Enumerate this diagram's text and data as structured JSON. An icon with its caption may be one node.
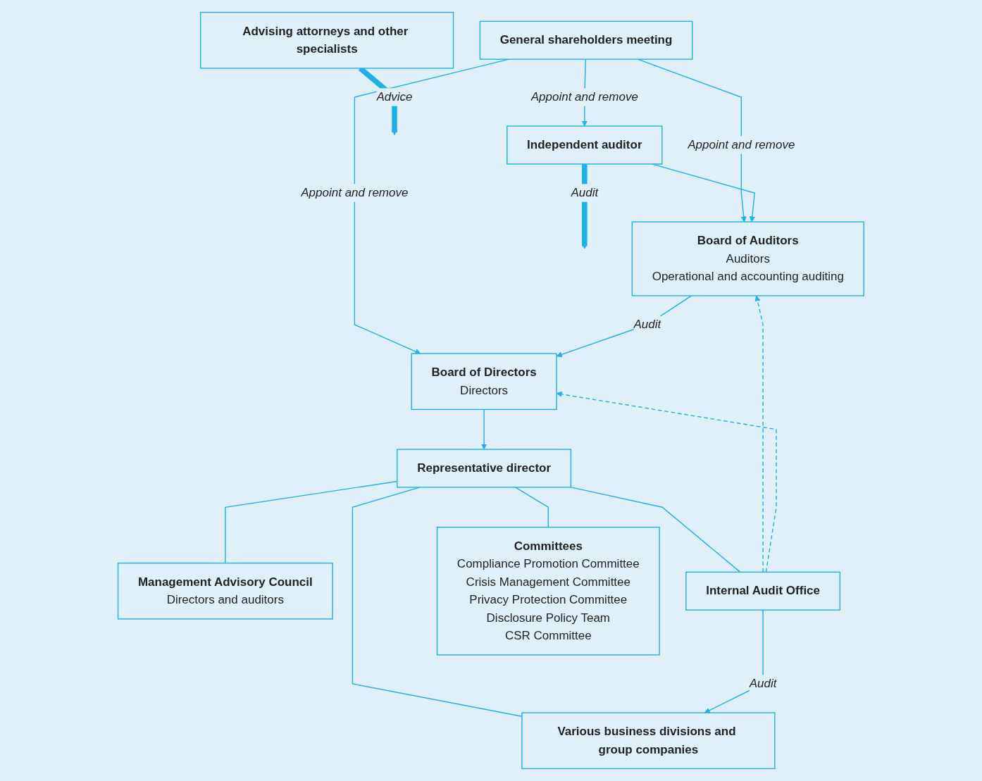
{
  "diagram": {
    "nodes": [
      {
        "text": [
          "General shareholders meeting"
        ]
      },
      {
        "text": [
          "Independent auditor"
        ]
      },
      {
        "text": [
          "Board of Auditors",
          "Auditors",
          "Operational and accounting auditing"
        ]
      },
      {
        "text": [
          "Board of Directors",
          "Directors"
        ]
      },
      {
        "text": [
          "Advising attorneys and other specialists"
        ]
      },
      {
        "text": [
          "Representative director"
        ]
      },
      {
        "text": [
          "Management Advisory Council",
          "Directors and auditors"
        ]
      },
      {
        "text": [
          "Internal Audit Office"
        ]
      },
      {
        "text": [
          "Committees",
          "Compliance Promotion Committee",
          "Crisis Management Committee",
          "Privacy Protection Committee",
          "Disclosure Policy Team",
          "CSR Committee"
        ]
      },
      {
        "text": [
          "Various business divisions and group companies"
        ]
      }
    ],
    "edges": [
      {
        "from": 0,
        "to": 1,
        "arrow": "to",
        "label": "Appoint and remove"
      },
      {
        "from": 0,
        "to": 2,
        "arrow": "to",
        "label": "Appoint and remove"
      },
      {
        "from": 0,
        "to": 3,
        "arrow": "to",
        "label": "Appoint and remove"
      },
      {
        "from": 2,
        "to": 3,
        "arrow": "to",
        "label": "Audit"
      },
      {
        "from": 1,
        "to": 2,
        "arrow": "to"
      },
      {
        "from": 1,
        "to": null,
        "arrow": "to",
        "label": "Audit",
        "style": "thick"
      },
      {
        "from": 3,
        "to": 5,
        "arrow": "to"
      },
      {
        "from": 5,
        "to": 6,
        "arrow": "none"
      },
      {
        "from": 4,
        "to": null,
        "arrow": "to",
        "label": "Advice",
        "style": "thick"
      },
      {
        "from": 7,
        "to": 2,
        "arrow": "to",
        "style": "dashed"
      },
      {
        "from": 7,
        "to": 3,
        "arrow": "to",
        "style": "dashed"
      },
      {
        "from": 5,
        "to": 7,
        "arrow": "none"
      },
      {
        "from": 5,
        "to": 8,
        "arrow": "none"
      },
      {
        "from": 5,
        "to": 9,
        "arrow": "none"
      },
      {
        "from": 7,
        "to": 9,
        "arrow": "to",
        "label": "Audit"
      }
    ]
  }
}
